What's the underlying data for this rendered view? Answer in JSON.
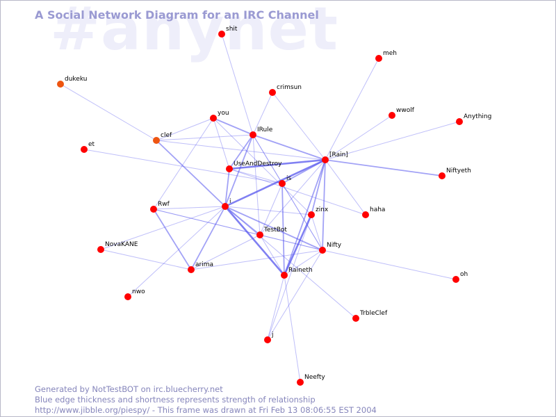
{
  "title": "A Social Network Diagram for an IRC Channel",
  "watermark": "#anynet",
  "colors": {
    "node": "#ff0000",
    "node_old": "#ee5511",
    "edge": "#5555ee",
    "title": "#9a9ad2",
    "footer": "#8585bb",
    "watermark": "#eeeefa"
  },
  "nodes": [
    {
      "id": "shit",
      "label": "shit"
    },
    {
      "id": "meh",
      "label": "meh"
    },
    {
      "id": "dukeku",
      "label": "dukeku",
      "faded": true
    },
    {
      "id": "crimsun",
      "label": "crimsun"
    },
    {
      "id": "you",
      "label": "you"
    },
    {
      "id": "wwolf",
      "label": "wwolf"
    },
    {
      "id": "Anything",
      "label": "Anything"
    },
    {
      "id": "clef",
      "label": "clef",
      "faded": true
    },
    {
      "id": "IRule",
      "label": "IRule"
    },
    {
      "id": "et",
      "label": "et"
    },
    {
      "id": "Rain",
      "label": "[Rain]"
    },
    {
      "id": "UseAndDestroy",
      "label": "UseAndDestroy"
    },
    {
      "id": "Niftyeth",
      "label": "Niftyeth"
    },
    {
      "id": "is",
      "label": "is"
    },
    {
      "id": "i",
      "label": "i"
    },
    {
      "id": "Rwf",
      "label": "Rwf"
    },
    {
      "id": "zinx",
      "label": "zinx"
    },
    {
      "id": "haha",
      "label": "haha"
    },
    {
      "id": "TestBot",
      "label": "TestBot"
    },
    {
      "id": "NovaKANE",
      "label": "NovaKANE"
    },
    {
      "id": "Nifty",
      "label": "Nifty"
    },
    {
      "id": "arima",
      "label": "arima"
    },
    {
      "id": "Raineth",
      "label": "Raineth"
    },
    {
      "id": "oh",
      "label": "oh"
    },
    {
      "id": "nwo",
      "label": "nwo"
    },
    {
      "id": "TrbleClef",
      "label": "TrbleClef"
    },
    {
      "id": "j",
      "label": "j"
    },
    {
      "id": "Neefty",
      "label": "Neefty"
    }
  ],
  "edges": [
    {
      "a": "shit",
      "b": "IRule",
      "weight": 1
    },
    {
      "a": "meh",
      "b": "Rain",
      "weight": 1
    },
    {
      "a": "dukeku",
      "b": "clef",
      "weight": 1
    },
    {
      "a": "crimsun",
      "b": "IRule",
      "weight": 1
    },
    {
      "a": "crimsun",
      "b": "Rain",
      "weight": 1
    },
    {
      "a": "wwolf",
      "b": "Rain",
      "weight": 1
    },
    {
      "a": "Anything",
      "b": "Rain",
      "weight": 1
    },
    {
      "a": "Niftyeth",
      "b": "Rain",
      "weight": 2
    },
    {
      "a": "et",
      "b": "is",
      "weight": 1
    },
    {
      "a": "clef",
      "b": "you",
      "weight": 1
    },
    {
      "a": "clef",
      "b": "IRule",
      "weight": 1
    },
    {
      "a": "clef",
      "b": "i",
      "weight": 2
    },
    {
      "a": "clef",
      "b": "Rain",
      "weight": 1
    },
    {
      "a": "you",
      "b": "IRule",
      "weight": 2
    },
    {
      "a": "you",
      "b": "UseAndDestroy",
      "weight": 1
    },
    {
      "a": "you",
      "b": "Rwf",
      "weight": 1
    },
    {
      "a": "you",
      "b": "zinx",
      "weight": 1
    },
    {
      "a": "IRule",
      "b": "Rain",
      "weight": 2
    },
    {
      "a": "IRule",
      "b": "UseAndDestroy",
      "weight": 2
    },
    {
      "a": "IRule",
      "b": "i",
      "weight": 2
    },
    {
      "a": "IRule",
      "b": "is",
      "weight": 1
    },
    {
      "a": "IRule",
      "b": "TestBot",
      "weight": 1
    },
    {
      "a": "IRule",
      "b": "Nifty",
      "weight": 1
    },
    {
      "a": "Rain",
      "b": "UseAndDestroy",
      "weight": 3
    },
    {
      "a": "Rain",
      "b": "is",
      "weight": 2
    },
    {
      "a": "Rain",
      "b": "i",
      "weight": 3
    },
    {
      "a": "Rain",
      "b": "zinx",
      "weight": 2
    },
    {
      "a": "Rain",
      "b": "Nifty",
      "weight": 2
    },
    {
      "a": "Rain",
      "b": "Raineth",
      "weight": 2
    },
    {
      "a": "Rain",
      "b": "haha",
      "weight": 1
    },
    {
      "a": "Rain",
      "b": "TestBot",
      "weight": 1
    },
    {
      "a": "UseAndDestroy",
      "b": "i",
      "weight": 2
    },
    {
      "a": "UseAndDestroy",
      "b": "is",
      "weight": 1
    },
    {
      "a": "UseAndDestroy",
      "b": "haha",
      "weight": 1
    },
    {
      "a": "is",
      "b": "Raineth",
      "weight": 2
    },
    {
      "a": "is",
      "b": "Nifty",
      "weight": 1
    },
    {
      "a": "is",
      "b": "TestBot",
      "weight": 1
    },
    {
      "a": "i",
      "b": "Rwf",
      "weight": 1
    },
    {
      "a": "i",
      "b": "TestBot",
      "weight": 2
    },
    {
      "a": "i",
      "b": "arima",
      "weight": 2
    },
    {
      "a": "i",
      "b": "Raineth",
      "weight": 3
    },
    {
      "a": "i",
      "b": "Nifty",
      "weight": 2
    },
    {
      "a": "i",
      "b": "NovaKANE",
      "weight": 1
    },
    {
      "a": "i",
      "b": "nwo",
      "weight": 1
    },
    {
      "a": "i",
      "b": "TrbleClef",
      "weight": 1
    },
    {
      "a": "i",
      "b": "zinx",
      "weight": 1
    },
    {
      "a": "Rwf",
      "b": "arima",
      "weight": 2
    },
    {
      "a": "Rwf",
      "b": "TestBot",
      "weight": 1
    },
    {
      "a": "Rwf",
      "b": "Nifty",
      "weight": 1
    },
    {
      "a": "zinx",
      "b": "Raineth",
      "weight": 3
    },
    {
      "a": "zinx",
      "b": "Nifty",
      "weight": 1
    },
    {
      "a": "zinx",
      "b": "j",
      "weight": 1
    },
    {
      "a": "TestBot",
      "b": "arima",
      "weight": 1
    },
    {
      "a": "TestBot",
      "b": "Raineth",
      "weight": 1
    },
    {
      "a": "TestBot",
      "b": "Nifty",
      "weight": 1
    },
    {
      "a": "Nifty",
      "b": "arima",
      "weight": 1
    },
    {
      "a": "Nifty",
      "b": "oh",
      "weight": 1
    },
    {
      "a": "Nifty",
      "b": "Raineth",
      "weight": 1
    },
    {
      "a": "Nifty",
      "b": "j",
      "weight": 1
    },
    {
      "a": "NovaKANE",
      "b": "arima",
      "weight": 1
    },
    {
      "a": "Raineth",
      "b": "Neefty",
      "weight": 1
    },
    {
      "a": "Raineth",
      "b": "j",
      "weight": 1
    }
  ],
  "footer": {
    "line1": "Generated by NotTestBOT on irc.bluecherry.net",
    "line2": "Blue edge thickness and shortness represents strength of relationship",
    "line3": "http://www.jibble.org/piespy/ - This frame was drawn at Fri Feb 13 08:06:55 EST 2004"
  }
}
